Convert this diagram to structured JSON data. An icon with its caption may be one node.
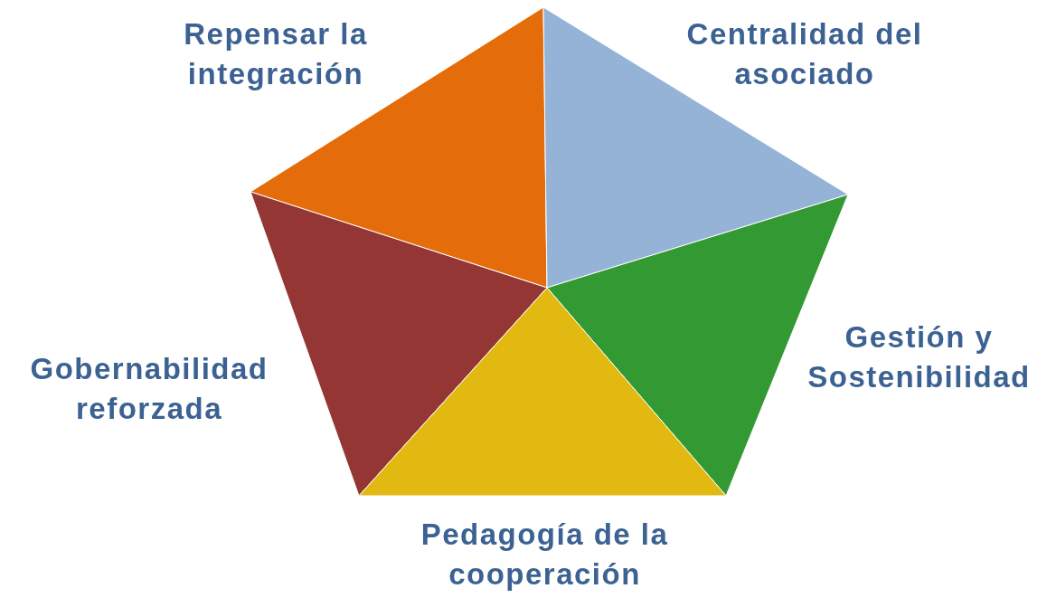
{
  "diagram": {
    "nodes": [
      {
        "text": [
          "Repensar la integración"
        ]
      },
      {
        "text": [
          "Centralidad del asociado"
        ]
      },
      {
        "text": [
          "Gobernabilidad reforzada"
        ]
      },
      {
        "text": [
          "Gestión y Sostenibilidad"
        ]
      },
      {
        "text": [
          "Pedagogía de la cooperación"
        ]
      }
    ]
  }
}
